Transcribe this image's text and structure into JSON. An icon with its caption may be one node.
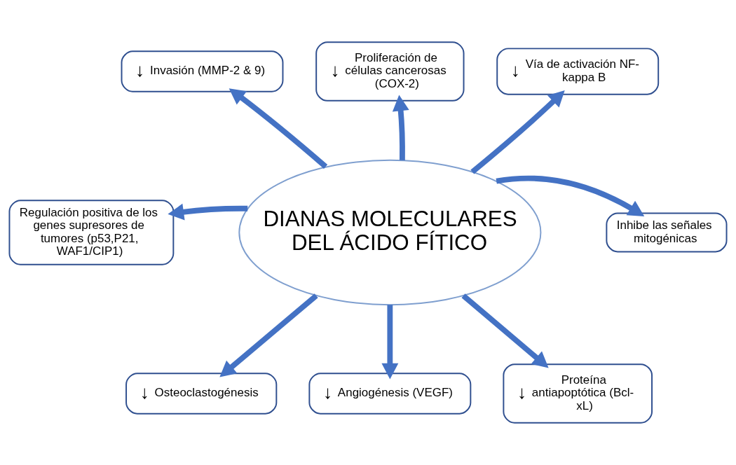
{
  "diagram": {
    "nodes": [
      {
        "text": [
          "↓",
          "Invasión (MMP-2 & 9)"
        ]
      },
      {
        "text": [
          "↓",
          "Proliferación de células cancerosas (COX-2)"
        ]
      },
      {
        "text": [
          "↓",
          "Vía de activación NF-kappa B"
        ]
      },
      {
        "text": [
          "Regulación positiva de los genes supresores de tumores (p53,P21, WAF1/CIP1)"
        ]
      },
      {
        "text": [
          "DIANAS MOLECULARES DEL ÁCIDO FÍTICO"
        ]
      },
      {
        "text": [
          "Inhibe las señales mitogénicas"
        ]
      },
      {
        "text": [
          "↓",
          "Osteoclastogénesis"
        ]
      },
      {
        "text": [
          "↓",
          "Angiogénesis (VEGF)"
        ]
      },
      {
        "text": [
          "↓",
          "Proteína antiapoptótica (Bcl-xL)"
        ]
      }
    ],
    "edges": [
      {
        "from": 4,
        "to": 0,
        "arrow": "to"
      },
      {
        "from": 4,
        "to": 1,
        "arrow": "to"
      },
      {
        "from": 4,
        "to": 2,
        "arrow": "to"
      },
      {
        "from": 4,
        "to": 3,
        "arrow": "to"
      },
      {
        "from": 4,
        "to": 5,
        "arrow": "to"
      },
      {
        "from": 4,
        "to": 6,
        "arrow": "to"
      },
      {
        "from": 4,
        "to": 7,
        "arrow": "to"
      },
      {
        "from": 4,
        "to": 8,
        "arrow": "to"
      }
    ]
  }
}
